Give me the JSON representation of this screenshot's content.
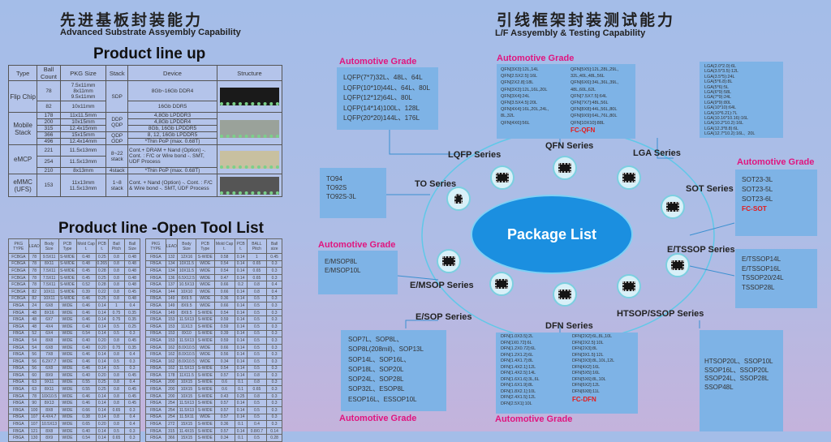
{
  "left": {
    "title_cn": "先进基板封装能力",
    "title_en": "Advanced Substrate Assyembly Capability",
    "product_line_title": "Product line up",
    "open_tool_title": "Product line -Open Tool List"
  },
  "product_line": {
    "headers": [
      "Type",
      "Ball Count",
      "PKG Size",
      "Stack",
      "Device",
      "Structure"
    ],
    "types": [
      "Flip Chip",
      "Mobile Stack",
      "eMCP",
      "eMMC (UFS)"
    ],
    "balls": [
      "78",
      "82",
      "178",
      "200",
      "315",
      "366",
      "496",
      "221",
      "254",
      "210",
      "153"
    ],
    "sizes": [
      "7.5x11mm 8x11mm 9.5x11mm",
      "10x11mm",
      "11x11.5mm",
      "10x15mm",
      "12.4x15mm",
      "15x15mm",
      "12.4x14mm",
      "11.5x13mm",
      "11.5x13mm",
      "8x13mm",
      "11x13mm 11.5x13mm"
    ],
    "stacks": [
      "SDP",
      "DDP QDP",
      "QDP ODP",
      "8~22 stack",
      "4stack",
      "1~8 stack"
    ],
    "devices": [
      "8Gb~16Gb DDR4",
      "16Gb DDR5",
      "4,8Gb LPDDR3",
      "4,8Gb LPDDR4",
      "8Gb, 16Gb LPDDR5",
      "8, 12, 16Gb LPDDR5",
      "*Thin PoP (max. 0.68T)",
      "Cont.+ DRAM + Nand (Option) -. Cont. : F/C or Wire bond -. SMT, UDF Process",
      "*Thin PoP (max. 0.68T)",
      "Cont. + Nand (Option) -. Cont. : F/C & Wire bond -. SMT, UDF Process"
    ]
  },
  "open_tool": {
    "headers_left": [
      "PKG TYPE",
      "LEAD",
      "Body Size",
      "PCB Type",
      "Mold Cap t.",
      "PCB t.",
      "Ball Pitch",
      "Ball Size"
    ],
    "headers_right": [
      "PKG TYPE",
      "LEAD",
      "Body Size",
      "PCB Type",
      "Mold Cap t.",
      "PCB t.",
      "BALL Pitch",
      "Ball size"
    ],
    "left_rows": [
      [
        "FCBGA",
        "78",
        "9.5X11",
        "S-WIDE",
        "0.48",
        "0.25",
        "0.8",
        "0.48"
      ],
      [
        "FCBGA",
        "78",
        "8X11",
        "S-WIDE",
        "0.48",
        "0.265",
        "0.8",
        "0.48"
      ],
      [
        "FCBGA",
        "78",
        "7.5X11",
        "S-WIDE",
        "0.45",
        "0.28",
        "0.8",
        "0.48"
      ],
      [
        "FCBGA",
        "78",
        "7.5X11",
        "S-WIDE",
        "0.45",
        "0.25",
        "0.8",
        "0.48"
      ],
      [
        "FCBGA",
        "78",
        "7.5X11",
        "S-WIDE",
        "0.52",
        "0.28",
        "0.8",
        "0.48"
      ],
      [
        "FCBGA",
        "82",
        "10X11",
        "S-WIDE",
        "0.39",
        "0.22",
        "0.8",
        "0.45"
      ],
      [
        "FCBGA",
        "82",
        "10X11",
        "S-WIDE",
        "0.46",
        "0.25",
        "0.8",
        "0.48"
      ],
      [
        "FBGA",
        "24",
        "6X8",
        "WIDE",
        "0.46",
        "0.14",
        "1",
        "0.4"
      ],
      [
        "FBGA",
        "48",
        "8X16",
        "WIDE",
        "0.46",
        "0.14",
        "0.75",
        "0.35"
      ],
      [
        "FBGA",
        "48",
        "6X7",
        "WIDE",
        "0.46",
        "0.14",
        "0.75",
        "0.35"
      ],
      [
        "FBGA",
        "48",
        "4X4",
        "WIDE",
        "0.40",
        "0.14",
        "0.5",
        "0.25"
      ],
      [
        "FBGA",
        "52",
        "6X4",
        "WIDE",
        "0.54",
        "0.14",
        "0.5",
        "0.3"
      ],
      [
        "FBGA",
        "54",
        "8X8",
        "WIDE",
        "0.40",
        "0.20",
        "0.8",
        "0.45"
      ],
      [
        "FBGA",
        "54",
        "6X8",
        "WIDE",
        "0.40",
        "0.20",
        "0.75",
        "0.35"
      ],
      [
        "FBGA",
        "56",
        "7X8",
        "WIDE",
        "0.46",
        "0.14",
        "0.8",
        "0.4"
      ],
      [
        "FBGA",
        "56",
        "6.2X7.7",
        "WIDE",
        "0.46",
        "0.14",
        "0.5",
        "0.3"
      ],
      [
        "FBGA",
        "56",
        "6X8",
        "WIDE",
        "0.46",
        "0.14",
        "0.5",
        "0.3"
      ],
      [
        "FBGA",
        "60",
        "8X9",
        "WIDE",
        "0.40",
        "0.20",
        "0.8",
        "0.45"
      ],
      [
        "FBGA",
        "63",
        "9X11",
        "WIDE",
        "0.55",
        "0.25",
        "0.8",
        "0.4"
      ],
      [
        "FBGA",
        "63",
        "8X11",
        "WIDE",
        "0.55",
        "0.25",
        "0.8",
        "0.45"
      ],
      [
        "FBGA",
        "78",
        "10X10.5",
        "WIDE",
        "0.46",
        "0.14",
        "0.8",
        "0.45"
      ],
      [
        "FBGA",
        "90",
        "8X13",
        "WIDE",
        "0.46",
        "0.14",
        "0.8",
        "0.45"
      ],
      [
        "FBGA",
        "100",
        "8X8",
        "WIDE",
        "0.66",
        "0.14",
        "0.65",
        "0.3"
      ],
      [
        "FBGA",
        "107",
        "4.4X4.7",
        "WIDE",
        "0.38",
        "0.14",
        "0.8",
        "0.4"
      ],
      [
        "FBGA",
        "107",
        "10.5X13",
        "WIDE",
        "0.65",
        "0.20",
        "0.8",
        "0.4"
      ],
      [
        "FBGA",
        "121",
        "8X8",
        "WIDE",
        "0.40",
        "0.14",
        "0.5",
        "0.3"
      ],
      [
        "FBGA",
        "130",
        "8X9",
        "WIDE",
        "0.54",
        "0.14",
        "0.65",
        "0.3"
      ]
    ],
    "right_rows": [
      [
        "FBGA",
        "132",
        "12X16",
        "S-WIDE",
        "0.58",
        "0.14",
        "1",
        "0.45"
      ],
      [
        "FBGA",
        "134",
        "10X11.5",
        "WIDE",
        "0.54",
        "0.14",
        "0.65",
        "0.3"
      ],
      [
        "FBGA",
        "134",
        "10X11.5",
        "WIDE",
        "0.54",
        "0.14",
        "0.65",
        "0.3"
      ],
      [
        "FBGA",
        "136",
        "6.5X12.5",
        "WIDE",
        "0.47",
        "0.14",
        "0.65",
        "0.3"
      ],
      [
        "FBGA",
        "137",
        "10.5X13",
        "WIDE",
        "0.66",
        "0.2",
        "0.8",
        "0.4"
      ],
      [
        "FBGA",
        "144",
        "10X10",
        "WIDE",
        "0.66",
        "0.14",
        "0.8",
        "0.4"
      ],
      [
        "FBGA",
        "149",
        "8X9.5",
        "WIDE",
        "0.36",
        "0.14",
        "0.5",
        "0.3"
      ],
      [
        "FBGA",
        "149",
        "8X9.5",
        "WIDE",
        "0.66",
        "0.14",
        "0.5",
        "0.3"
      ],
      [
        "FBGA",
        "149",
        "8X9.5",
        "S-WIDE",
        "0.54",
        "0.14",
        "0.5",
        "0.3"
      ],
      [
        "FBGA",
        "153",
        "11.5X13",
        "S-WIDE",
        "0.59",
        "0.14",
        "0.5",
        "0.3"
      ],
      [
        "FBGA",
        "153",
        "11X13",
        "S-WIDE",
        "0.59",
        "0.14",
        "0.5",
        "0.3"
      ],
      [
        "FBGA",
        "153",
        "8X10",
        "S-WIDE",
        "0.39",
        "0.14",
        "0.5",
        "0.3"
      ],
      [
        "FBGA",
        "153",
        "11.5X13",
        "S-WIDE",
        "0.59",
        "0.14",
        "0.5",
        "0.3"
      ],
      [
        "FBGA",
        "162",
        "8.0X10.5",
        "WIDE",
        "0.66",
        "0.14",
        "0.5",
        "0.3"
      ],
      [
        "FBGA",
        "162",
        "8.0X10.5",
        "WIDE",
        "0.56",
        "0.14",
        "0.5",
        "0.3"
      ],
      [
        "FBGA",
        "162",
        "8.0X10.5",
        "WIDE",
        "0.34",
        "0.14",
        "0.5",
        "0.3"
      ],
      [
        "FBGA",
        "162",
        "11.5X13",
        "S-WIDE",
        "0.54",
        "0.14",
        "0.5",
        "0.3"
      ],
      [
        "FBGA",
        "178",
        "11X11.5",
        "S-WIDE",
        "0.57",
        "0.14",
        "0.8",
        "0.3"
      ],
      [
        "FBGA",
        "200",
        "10X15",
        "S-WIDE",
        "0.6",
        "0.1",
        "0.8",
        "0.3"
      ],
      [
        "FBGA",
        "200",
        "10X15",
        "S-WIDE",
        "0.6",
        "0.1",
        "0.65",
        "0.3"
      ],
      [
        "FBGA",
        "200",
        "10X15",
        "S-WIDE",
        "0.43",
        "0.25",
        "0.8",
        "0.3"
      ],
      [
        "FBGA",
        "254",
        "11.5X13",
        "S-WIDE",
        "0.57",
        "0.14",
        "0.5",
        "0.3"
      ],
      [
        "FBGA",
        "254",
        "11.5X13",
        "S-WIDE",
        "0.57",
        "0.14",
        "0.5",
        "0.3"
      ],
      [
        "FBGA",
        "254",
        "11.5X11",
        "WIDE",
        "0.57",
        "0.14",
        "0.5",
        "0.3"
      ],
      [
        "FBGA",
        "272",
        "15X15",
        "S-WIDE",
        "0.36",
        "0.1",
        "0.4",
        "0.3"
      ],
      [
        "FBGA",
        "315",
        "11.4X15",
        "S-WIDE",
        "0.57",
        "0.14",
        "0.8/0.7",
        "0.14"
      ],
      [
        "FBGA",
        "366",
        "15X15",
        "S-WIDE",
        "0.34",
        "0.1",
        "0.5",
        "0.28"
      ]
    ]
  },
  "right": {
    "title_cn": "引线框架封装测试能力",
    "title_en": "L/F Assyembly & Testing Capability",
    "center": "Package List",
    "auto": "Automotive Grade",
    "series": {
      "lqfp": "LQFP Series",
      "qfn": "QFN Series",
      "lga": "LGA Series",
      "to": "TO Series",
      "sot": "SOT Series",
      "tssop": "E/TSSOP Series",
      "msop": "E/MSOP Series",
      "ssop": "HTSOP/SSOP Series",
      "dfn": "DFN Series",
      "sop": "E/SOP Series"
    },
    "lqfp": [
      "LQFP(7*7)32L、48L、64L",
      "LQFP(10*10)44L、64L、80L",
      "LQFP(12*12)64L、80L",
      "LQFP(14*14)100L、128L",
      "LQFP(20*20)144L、176L"
    ],
    "qfn_a": [
      "QFN[3X3]:12L,14L",
      "QFN[2.5X2.5]:16L",
      "QFN[2X2.8]:18L",
      "QFN[3X3]:12L,16L,20L",
      "QFN[3X4]:24L",
      "QFN[3.5X4.5]:20L",
      "QFN[4X4]:16L,20L,24L,",
      "8L,32L",
      "QFN[4X6]:56L"
    ],
    "qfn_b": [
      "QFN[5X5]:12L,28L,29L,",
      "32L,40L,48L,56L",
      "QFN[6X6]:34L,36L,39L,",
      "48L,60L,62L",
      "QFN[7.5X7.5]:64L",
      "QFN[7X7]:48L,56L",
      "QFN[8X8]:44L,56L,80L",
      "QFN[9X9]:64L,76L,80L",
      "QFN[10X10]:88L"
    ],
    "qfn_fc": "FC-QFN",
    "lga": [
      "LGA(2.0*2.0):6L",
      "LGA(3.5*3.5):12L",
      "LGA(3.5*5):24L",
      "LGA(5*6.8):8L",
      "LGA(5*6):5L",
      "LGA(6*9):58L",
      "LGA(7*9):24L",
      "LGA(9*9):80L",
      "LGA(10*10):64L",
      "LGA(10*6.21):7L",
      "LGA(10.16*10.16):16L",
      "LGA(10.2*10.2):16L",
      "LGA(12.3*8.8):6L",
      "LGA(12.7*10.2):16L、20L"
    ],
    "to": [
      "TO94",
      "TO92S",
      "TO92S-3L"
    ],
    "sot": [
      "SOT23-3L",
      "SOT23-5L",
      "SOT23-6L"
    ],
    "sot_fc": "FC-SOT",
    "msop": [
      "E/MSOP8L",
      "E/MSOP10L"
    ],
    "tssop": [
      "E/TSSOP14L",
      "E/TSSOP16L",
      "TSSOP20/24L",
      "TSSOP28L"
    ],
    "sop": [
      "SOP7L、SOP8L、",
      "SOP8L(208mil)、SOP13L",
      "SOP14L、SOP16L、",
      "SOP18L、SOP20L",
      "SOP24L、SOP28L",
      "SOP32L、ESOP8L",
      "ESOP16L、ESSOP10L"
    ],
    "dfn_a": [
      "DFN[1.0X3.5]:2L",
      "DFN[1X0.72]:6L",
      "DFN[1.2X0.72]:6L",
      "DFN[1.2X1.2]:6L",
      "DFN[1.4X1.7]:8L",
      "DFN[1.4X2.1]:12L",
      "DFN[1.4X2.5]:14L",
      "DFN[1.6X1.6]:3L,6L",
      "DFN[1.6X1.9]:8L",
      "DFN[1.8X2.1]:10L",
      "DFN[2.4X1.5]:12L",
      "DFN[2.5X1]:10L"
    ],
    "dfn_b": [
      "DFN[2X2]:6L,8L,10L",
      "DFN[2X2.5]:10L",
      "DFN[2X3]:8L",
      "DFN[3X1.5]:12L",
      "DFN[3X3]:8L,10L,12L",
      "DFN[4X2]:16L",
      "DFN[5X5]:16L",
      "DFN[5X6]:8L,10L",
      "DFN[6X2]:12L",
      "DFN[6X8]:11L"
    ],
    "dfn_fc": "FC-DFN",
    "ssop": [
      "HTSOP20L、SSOP10L",
      "SSOP16L、SSOP20L",
      "SSOP24L、SSOP28L",
      "SSOP48L"
    ]
  }
}
